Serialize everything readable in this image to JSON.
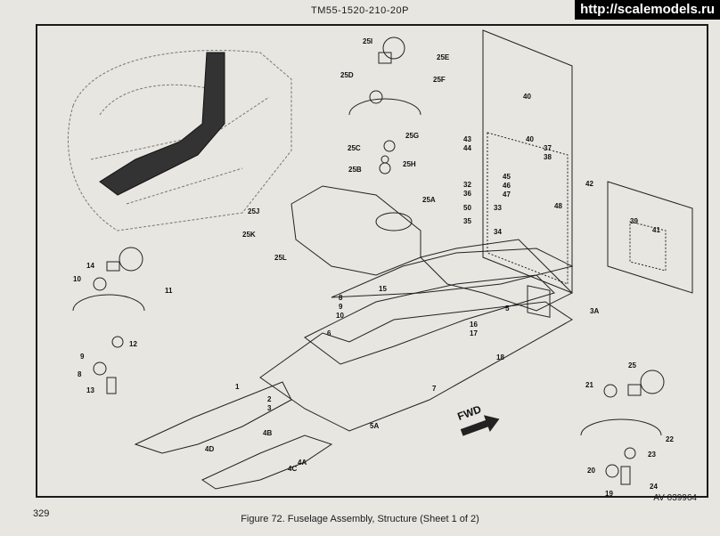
{
  "document_id": "TM55-1520-210-20P",
  "watermark": "http://scalemodels.ru",
  "page_number": "329",
  "figure_caption": "Figure 72. Fuselage Assembly, Structure (Sheet 1 of 2)",
  "figure_code": "AV 039964",
  "fwd_label": "FWD",
  "callouts": {
    "c_251": "25I",
    "c_25e": "25E",
    "c_25f": "25F",
    "c_25d": "25D",
    "c_25g": "25G",
    "c_25c": "25C",
    "c_25b": "25B",
    "c_25h": "25H",
    "c_25a": "25A",
    "c_25j": "25J",
    "c_25k": "25K",
    "c_25l": "25L",
    "c_14": "14",
    "c_10": "10",
    "c_11": "11",
    "c_12": "12",
    "c_9": "9",
    "c_8": "8",
    "c_13": "13",
    "c_1": "1",
    "c_4d": "4D",
    "c_4b": "4B",
    "c_4c": "4C",
    "c_4a": "4A",
    "c_5a": "5A",
    "c_3a": "3A",
    "c_2": "2",
    "c_3": "3",
    "c_15": "15",
    "c_16": "16",
    "c_17": "17",
    "c_18": "18",
    "c_40": "40",
    "c_40b": "40",
    "c_37": "37",
    "c_38": "38",
    "c_43": "43",
    "c_44": "44",
    "c_42": "42",
    "c_32": "32",
    "c_36": "36",
    "c_50": "50",
    "c_33": "33",
    "c_35": "35",
    "c_34": "34",
    "c_45": "45",
    "c_46": "46",
    "c_47": "47",
    "c_48": "48",
    "c_39": "39",
    "c_41": "41",
    "c_25": "25",
    "c_21": "21",
    "c_22": "22",
    "c_23": "23",
    "c_20": "20",
    "c_19": "19",
    "c_24": "24",
    "c_6": "6",
    "c_7": "7",
    "c_8b": "8",
    "c_9b": "9",
    "c_10b": "10",
    "c_5": "5"
  }
}
